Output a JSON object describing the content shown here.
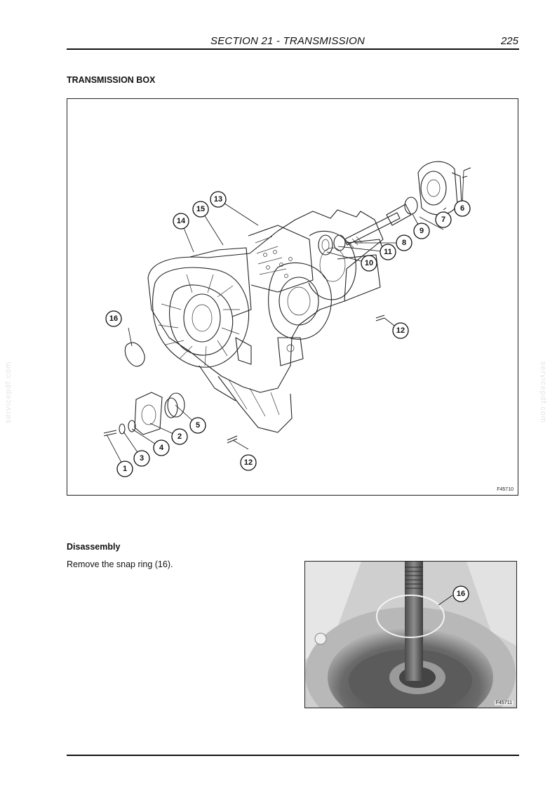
{
  "header": {
    "section": "SECTION 21 - TRANSMISSION",
    "page_number": "225"
  },
  "section_title": "TRANSMISSION BOX",
  "figure1": {
    "code": "F45710",
    "callouts": [
      "1",
      "2",
      "3",
      "4",
      "5",
      "6",
      "7",
      "8",
      "9",
      "10",
      "11",
      "12",
      "12",
      "13",
      "14",
      "15",
      "16"
    ]
  },
  "disassembly": {
    "heading": "Disassembly",
    "step_text": "Remove the snap ring (16)."
  },
  "figure2": {
    "code": "F45711",
    "callout": "16"
  },
  "watermark": "servicepdf.com"
}
